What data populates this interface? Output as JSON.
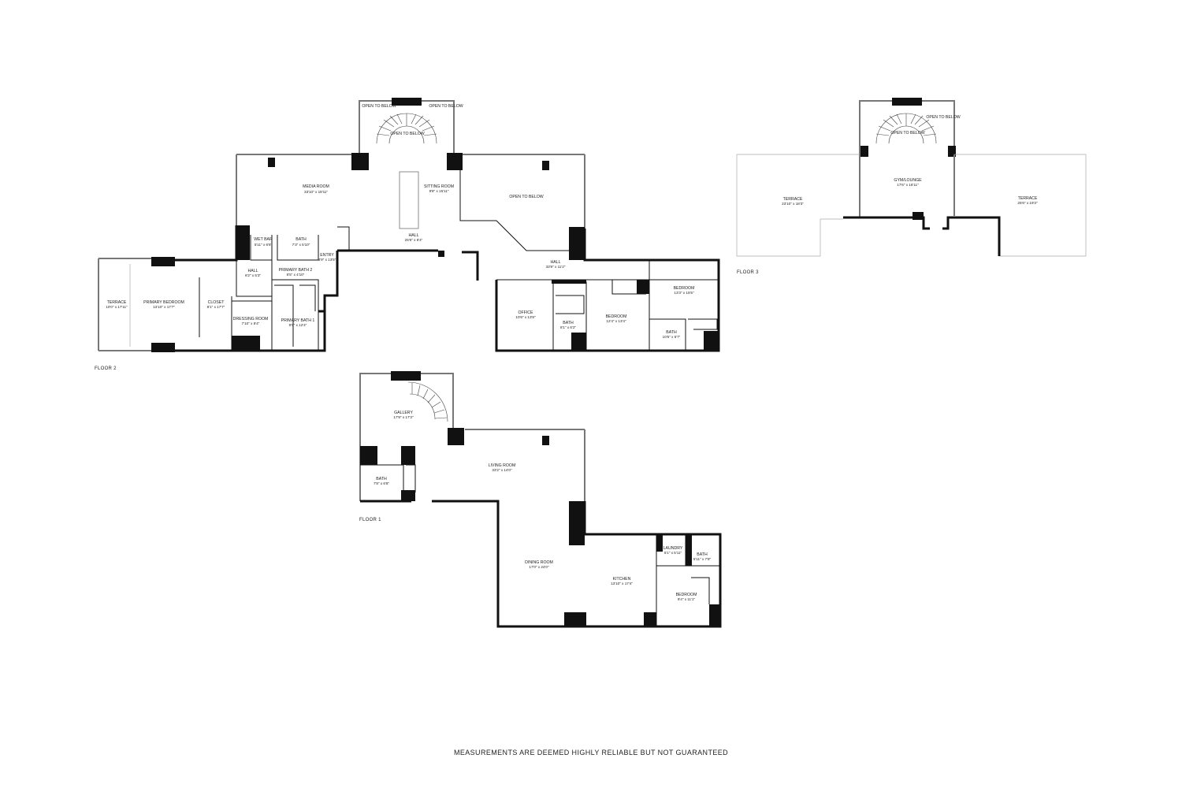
{
  "floors": [
    {
      "label": "FLOOR 2",
      "rooms": [
        {
          "name": "MEDIA ROOM",
          "dims": "33'10\" x 18'11\""
        },
        {
          "name": "SITTING ROOM",
          "dims": "9'8\" x 15'11\""
        },
        {
          "name": "OPEN TO BELOW",
          "dims": ""
        },
        {
          "name": "OPEN TO BELOW",
          "dims": ""
        },
        {
          "name": "OPEN TO BELOW",
          "dims": ""
        },
        {
          "name": "OPEN TO BELOW",
          "dims": ""
        },
        {
          "name": "HALL",
          "dims": "25'6\" x 6'4\""
        },
        {
          "name": "WET BAR",
          "dims": "5'11\" x 6'8\""
        },
        {
          "name": "BATH",
          "dims": "7'3\" x 5'10\""
        },
        {
          "name": "ENTRY",
          "dims": "3'9\" x 13'5\""
        },
        {
          "name": "HALL",
          "dims": "8'2\" x 5'3\""
        },
        {
          "name": "PRIMARY BATH 2",
          "dims": "8'5\" x 4'10\""
        },
        {
          "name": "TERRACE",
          "dims": "10'0\" x 17'11\""
        },
        {
          "name": "PRIMARY BEDROOM",
          "dims": "13'10\" x 17'7\""
        },
        {
          "name": "CLOSET",
          "dims": "8'1\" x 17'7\""
        },
        {
          "name": "DRESSING ROOM",
          "dims": "7'10\" x 9'4\""
        },
        {
          "name": "PRIMARY BATH 1",
          "dims": "9'5\" x 12'4\""
        },
        {
          "name": "HALL",
          "dims": "33'9\" x 11'2\""
        },
        {
          "name": "OFFICE",
          "dims": "10'6\" x 13'8\""
        },
        {
          "name": "BATH",
          "dims": "8'1\" x 6'2\""
        },
        {
          "name": "BEDROOM",
          "dims": "12'4\" x 13'4\""
        },
        {
          "name": "BEDROOM",
          "dims": "13'3\" x 15'5\""
        },
        {
          "name": "BATH",
          "dims": "10'5\" x 5'7\""
        }
      ]
    },
    {
      "label": "FLOOR 3",
      "rooms": [
        {
          "name": "OPEN TO BELOW",
          "dims": ""
        },
        {
          "name": "OPEN TO BELOW",
          "dims": ""
        },
        {
          "name": "GYM/LOUNGE",
          "dims": "17'6\" x 16'11\""
        },
        {
          "name": "TERRACE",
          "dims": "23'10\" x 18'3\""
        },
        {
          "name": "TERRACE",
          "dims": "25'6\" x 19'3\""
        }
      ]
    },
    {
      "label": "FLOOR 1",
      "rooms": [
        {
          "name": "GALLERY",
          "dims": "17'9\" x 17'3\""
        },
        {
          "name": "LIVING ROOM",
          "dims": "33'2\" x 14'0\""
        },
        {
          "name": "BATH",
          "dims": "7'8\" x 6'8\""
        },
        {
          "name": "DINING ROOM",
          "dims": "17'0\" x 24'0\""
        },
        {
          "name": "KITCHEN",
          "dims": "13'10\" x 17'4\""
        },
        {
          "name": "LAUNDRY",
          "dims": "5'1\" x 5'11\""
        },
        {
          "name": "BATH",
          "dims": "5'11\" x 7'8\""
        },
        {
          "name": "BEDROOM",
          "dims": "9'4\" x 11'1\""
        }
      ]
    }
  ],
  "disclaimer": "MEASUREMENTS ARE DEEMED HIGHLY RELIABLE BUT NOT GUARANTEED"
}
